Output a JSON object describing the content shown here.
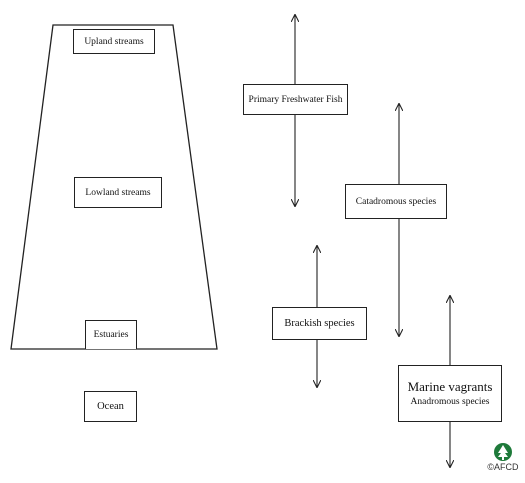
{
  "habitats": {
    "upland": "Upland streams",
    "lowland": "Lowland streams",
    "estuaries": "Estuaries",
    "ocean": "Ocean"
  },
  "fish_groups": {
    "primary": "Primary Freshwater Fish",
    "catadromous": "Catadromous species",
    "brackish": "Brackish species",
    "marine": "Marine vagrants",
    "anadromous": "Anadromous species"
  },
  "logo": {
    "text": "©AFCD",
    "icon": "tree-icon",
    "color": "#1e7a3a"
  }
}
